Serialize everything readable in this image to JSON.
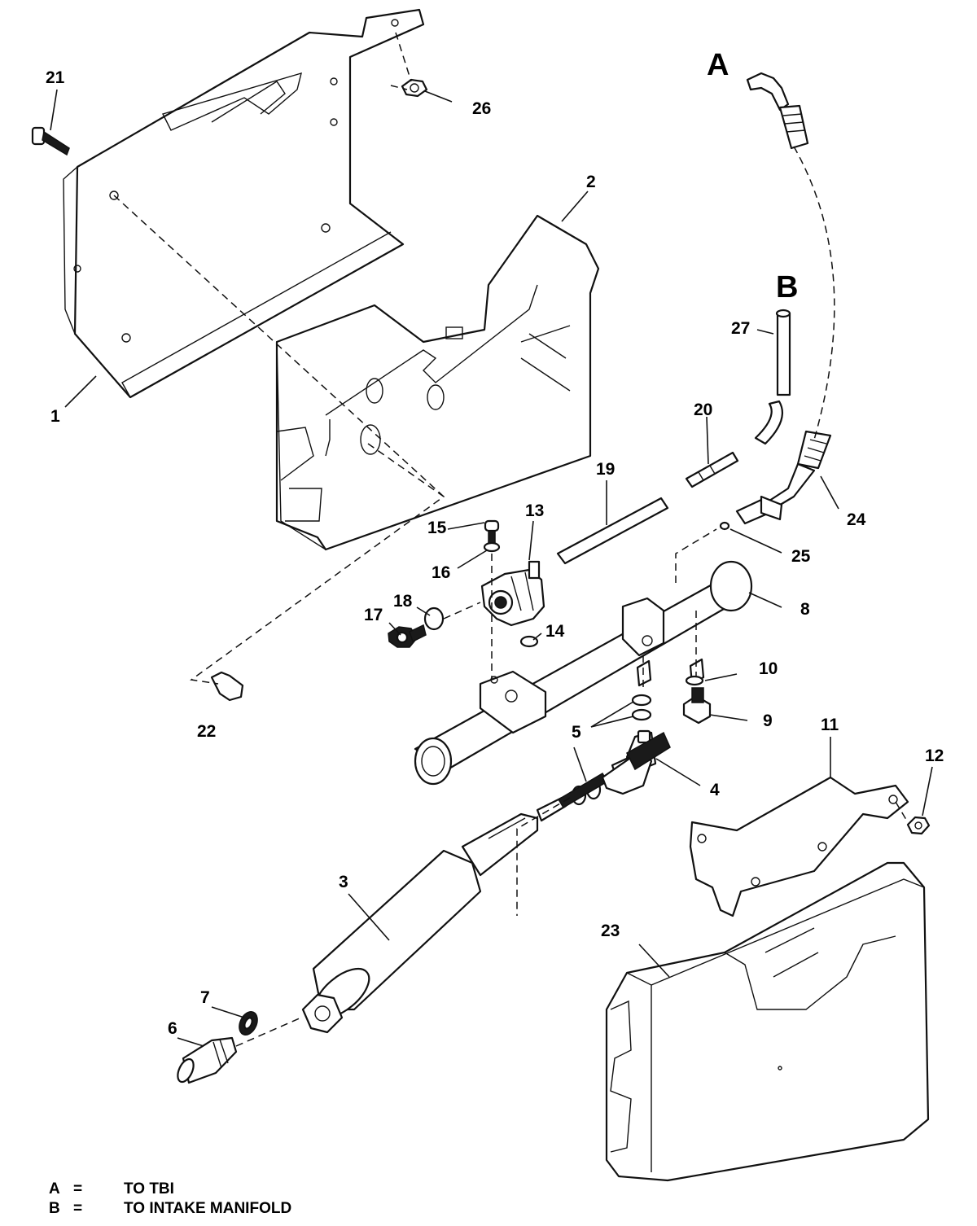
{
  "callouts": {
    "c1": "1",
    "c2": "2",
    "c3": "3",
    "c4": "4",
    "c5a": "5",
    "c6": "6",
    "c7": "7",
    "c8": "8",
    "c9": "9",
    "c10": "10",
    "c11": "11",
    "c12": "12",
    "c13": "13",
    "c14": "14",
    "c15": "15",
    "c16": "16",
    "c17": "17",
    "c18": "18",
    "c19": "19",
    "c20": "20",
    "c21": "21",
    "c22": "22",
    "c23": "23",
    "c24": "24",
    "c25": "25",
    "c26": "26",
    "c27": "27"
  },
  "connections": {
    "a_letter": "A",
    "b_letter": "B"
  },
  "legend": [
    {
      "key": "A",
      "eq": "=",
      "text": "TO TBI"
    },
    {
      "key": "B",
      "eq": "=",
      "text": "TO INTAKE MANIFOLD"
    }
  ]
}
